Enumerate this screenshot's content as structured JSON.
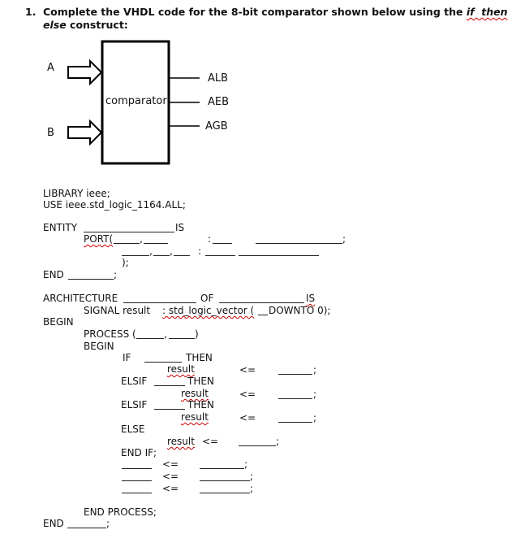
{
  "question": {
    "number": "1.",
    "line1_pre": "Complete the VHDL code for the 8-bit comparator shown below using the ",
    "line1_italic": "if  then",
    "line2_italic": "else",
    "line2_post": " construct:"
  },
  "diagram": {
    "block_label": "comparator",
    "inputs": [
      "A",
      "B"
    ],
    "outputs": [
      "ALB",
      "AEB",
      "AGB"
    ]
  },
  "code": {
    "library": "LIBRARY ieee;",
    "use": "USE ieee.std_logic_1164.ALL;",
    "entity": "ENTITY",
    "is": "IS",
    "port": "PORT(",
    "comma": ",",
    "colon": ":",
    "semi": ";",
    "close_paren": ");",
    "end": "END",
    "architecture": "ARCHITECTURE",
    "of": "OF",
    "signal": "SIGNAL result",
    "signal_type": ": std_logic_vector (",
    "downto": "DOWNTO 0);",
    "begin": "BEGIN",
    "process": "PROCESS (",
    "process_close": ")",
    "if": "IF",
    "then": "THEN",
    "elsif": "ELSIF",
    "else": "ELSE",
    "result": "result",
    "assign": "<=",
    "end_if": "END IF;",
    "end_process": "END PROCESS;"
  }
}
